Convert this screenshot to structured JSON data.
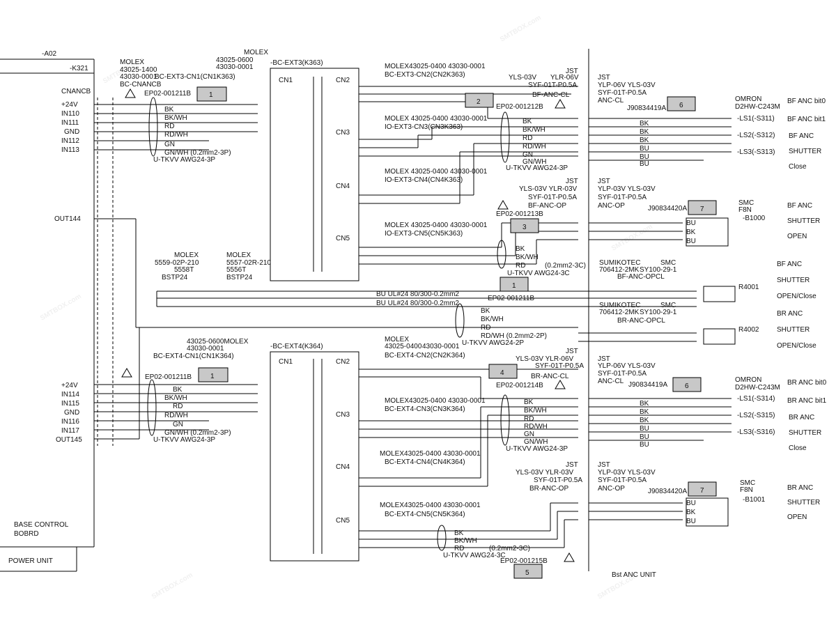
{
  "page": {
    "width": 1200,
    "height": 900
  },
  "watermark": "SMTBOX.com",
  "labels": {
    "a02": "-A02",
    "k321": "-K321",
    "cnancb": "CNANCB",
    "base": "BASE CONTROL",
    "bobrd": "BOBRD",
    "power": "POWER UNIT",
    "out144": "OUT144",
    "bst": "Bst ANC UNIT",
    "side_top": [
      "+24V",
      "IN110",
      "IN111",
      "GND",
      "IN112",
      "IN113"
    ],
    "side_bot": [
      "+24V",
      "IN114",
      "IN115",
      "GND",
      "IN116",
      "IN117",
      "OUT145"
    ],
    "molex1": "MOLEX",
    "molex1_p": "43025-1400",
    "molex1_s": "43030-0001",
    "cn1ck": "BC-EXT3-CN1(CN1K363)",
    "bccnancb": "BC-CNANCB",
    "molex2": "MOLEX",
    "molex2_p": "43025-0600",
    "molex2_s": "43030-0001",
    "ext3": "-BC-EXT3(K363)",
    "ext4": "-BC-EXT4(K364)",
    "cn1": "CN1",
    "cn2": "CN2",
    "cn3": "CN3",
    "cn4": "CN4",
    "cn5": "CN5",
    "ext3_cn2": "MOLEX43025-0400 43030-0001",
    "ext3_cn2b": "BC-EXT3-CN2(CN2K363)",
    "ext3_cn3": "MOLEX 43025-0400 43030-0001",
    "ext3_cn3b": "IO-EXT3-CN3(CN3K363)",
    "ext3_cn4": "MOLEX 43025-0400  43030-0001",
    "ext3_cn4b": "IO-EXT3-CN4(CN4K363)",
    "ext3_cn5": "IO-EXT3-CN5(CN5K363)",
    "ext3_cn5a": "MOLEX 43025-0400 43030-0001",
    "ep1": "EP02-001211B",
    "ep2": "EP02-001212B",
    "ep3": "EP02-001213B",
    "ep4": "EP02-001214B",
    "ep5": "EP02-001215B",
    "jst": "JST",
    "yls06": "YLS-03V",
    "ylr06": "YLR-06V",
    "syf": "SYF-01T-P0.5A",
    "syf2": "SYF-01T-P0.5A",
    "bfanccl": "BF-ANC-CL",
    "anccl": "ANC-CL",
    "ylp06": "YLP-06V  YLS-03V",
    "omron": "OMRON",
    "d2hw": "D2HW-C243M",
    "j419": "J90834419A",
    "j420": "J90834420A",
    "smc": "SMC",
    "f8n": "F8N",
    "b1000": "-B1000",
    "b1001": "-B1001",
    "ls1": "-LS1(-S311)",
    "ls2": "-LS2(-S312)",
    "ls3": "-LS3(-S313)",
    "ls4": "-LS1(-S314)",
    "ls5": "-LS2(-S315)",
    "ls6": "-LS3(-S316)",
    "bfanc_r": [
      "BF ANC bit0",
      "BF ANC bit1",
      "BF ANC",
      "SHUTTER",
      "Close"
    ],
    "bfanc_r2": [
      "BF ANC",
      "SHUTTER",
      "OPEN"
    ],
    "r4001_r": [
      "BF ANC",
      "SHUTTER",
      "OPEN/Close"
    ],
    "r4002_r": [
      "BR ANC",
      "SHUTTER",
      "OPEN/Close"
    ],
    "branc_r": [
      "BR ANC bit0",
      "BR ANC bit1",
      "BR ANC",
      "SHUTTER",
      "Close"
    ],
    "branc_r2": [
      "BR ANC",
      "SHUTTER",
      "OPEN"
    ],
    "cables": [
      "U-TKVV AWG24-3P",
      "U-TKVV AWG24-3P",
      "U-TKVV AWG24-3C",
      "U-TKVV AWG24-2P",
      "U-TKVV AWG24-3P",
      "U-TKVV AWG24-3P",
      "U-TKVV AWG24-3C"
    ],
    "gnwh": "GN/WH (0.2mm2-3P)",
    "gnwh2": "GN/WH",
    "wire_cols": [
      "BK",
      "BK/WH",
      "RD",
      "RD/WH",
      "GN"
    ],
    "right_cols": [
      "BK",
      "BK",
      "BK",
      "BU",
      "BU",
      "BU"
    ],
    "ylsop": "YLS-03V  YLR-03V",
    "bfancop": "BF-ANC-OP",
    "ancop": "ANC-OP",
    "ylp03": "YLP-03V  YLS-03V",
    "bstp1": "MOLEX",
    "bstp1a": "5559-02P-210",
    "bstp1b": "5558T",
    "bstp1c": "BSTP24",
    "bstp2": "MOLEX",
    "bstp2a": "5557-02R-210",
    "bstp2b": "5556T",
    "bstp2c": "BSTP24",
    "bu1": "BU  UL#24 80/300-0.2mm2",
    "bu2": "BU  UL#24 80/300-0.2mm2",
    "sumi": "SUMIKOTEC",
    "sumi_p": "706412-2MK",
    "sy100": "SY100-29-1",
    "bfopcl": "BF-ANC-OPCL",
    "sumi2": "SUMIKOTEC",
    "sumi2_p": "706412-2MK",
    "sy100b": "SY100-29-1",
    "bropcl": "BR-ANC-OPCL",
    "r4001": "R4001",
    "r4002": "R4002",
    "c3c": "(0.2mm2-3C)",
    "c2p": "RD/WH (0.2mm2-2P)",
    "molex3": "MOLEX",
    "molex3a": "43025-0400",
    "molex3b": "43030-0001",
    "ext4cn2": "BC-EXT4-CN2(CN2K364)",
    "molex4": "43025-0600MOLEX",
    "molex4b": "43030-0001",
    "ext4cn1": "BC-EXT4-CN1(CN1K364)",
    "ext4cn3": "MOLEX43025-0400 43030-0001",
    "ext4cn3b": "BC-EXT4-CN3(CN3K364)",
    "ext4cn4": "MOLEX43025-0400 43030-0001",
    "ext4cn4b": "BC-EXT4-CN4(CN4K364)",
    "ext4cn5": "MOLEX43025-0400 43030-0001",
    "ext4cn5b": "BC-EXT4-CN5(CN5K364)",
    "brancl": "BR-ANC-CL",
    "branop": "BR-ANC-OP",
    "ymore": "YLS-03V  YLR-06V",
    "num1": "1",
    "num2": "2",
    "num3": "3",
    "num4": "4",
    "num5": "5",
    "num6": "6",
    "num7": "7"
  }
}
